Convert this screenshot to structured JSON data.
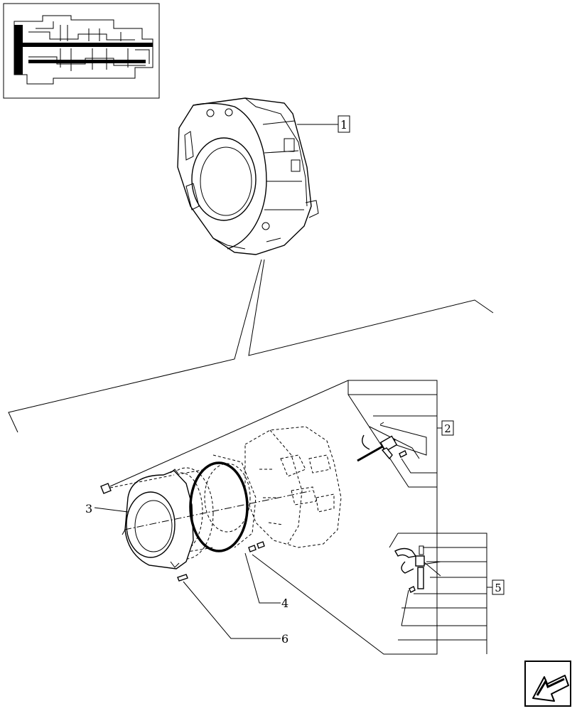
{
  "callouts": {
    "c1": "1",
    "c2": "2",
    "c3": "3",
    "c4": "4",
    "c5": "5",
    "c6": "6"
  },
  "icons": {
    "locator_thumbnail": "transmission-section-thumbnail",
    "nav_arrow": "previous-page-arrow-icon"
  }
}
